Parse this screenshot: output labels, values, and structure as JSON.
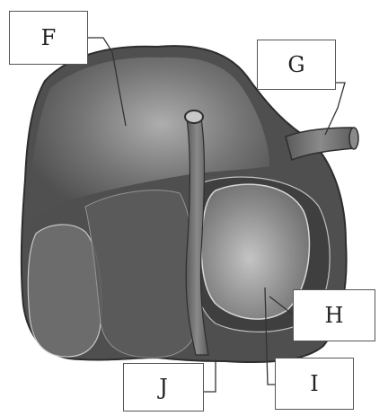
{
  "diagram": {
    "labels": {
      "f": "F",
      "g": "G",
      "h": "H",
      "i": "I",
      "j": "J"
    }
  },
  "colors": {
    "organ_dark": "#4a4a4a",
    "organ_mid": "#6a6a6a",
    "organ_light": "#b4b4b4",
    "outline": "#2e2e2e",
    "leader_line": "#333333"
  }
}
